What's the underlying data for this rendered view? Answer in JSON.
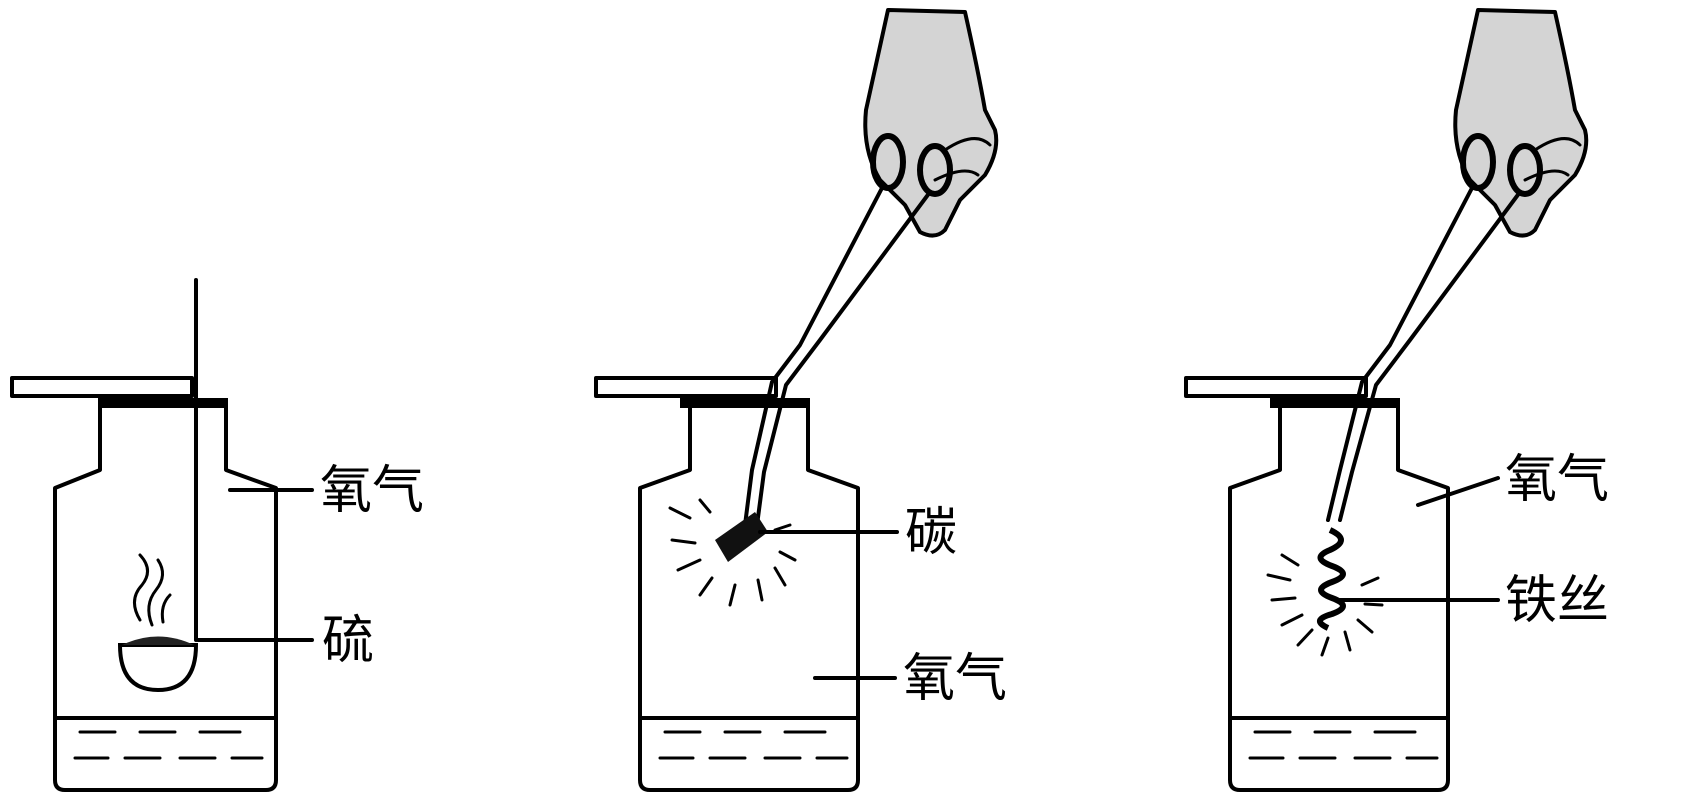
{
  "labels": {
    "oxygen_1": "氧气",
    "sulfur": "硫",
    "carbon": "碳",
    "oxygen_2": "氧气",
    "oxygen_3": "氧气",
    "iron_wire": "铁丝"
  },
  "colors": {
    "line": "#000000",
    "hand_fill": "#d4d4d4",
    "background": "#ffffff"
  },
  "icons": {
    "hand": "hand-icon",
    "tongs": "tongs-icon",
    "spoon": "combustion-spoon-icon",
    "bottle": "gas-jar-icon"
  }
}
